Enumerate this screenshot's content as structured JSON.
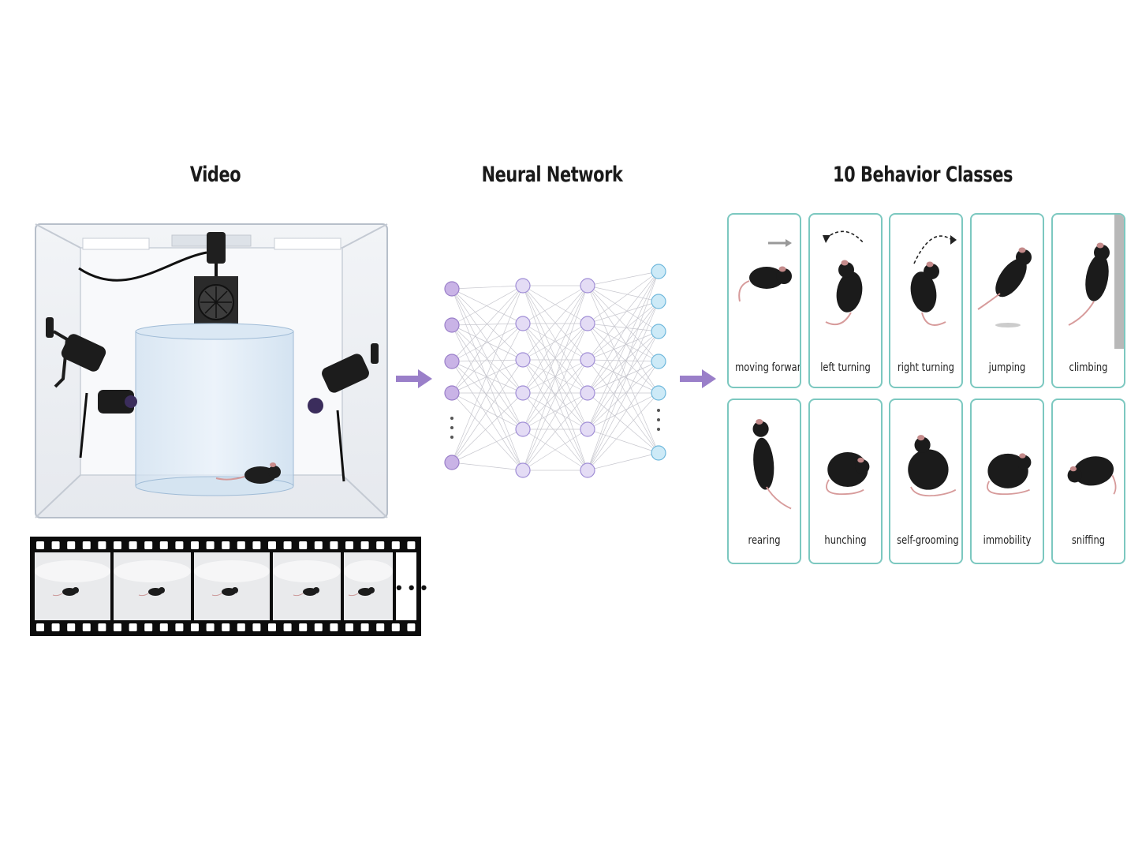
{
  "sections": {
    "video_title": "Video",
    "network_title": "Neural Network",
    "classes_title": "10 Behavior Classes"
  },
  "film_more": "• • •",
  "network": {
    "input_color": "#c9b3e6",
    "hidden_color": "#e4dcf5",
    "output_color": "#cdeaf7",
    "arrow_color": "#9a7fc9"
  },
  "behaviors": [
    {
      "label": "moving forward",
      "icon": "mouse-moving-forward-icon"
    },
    {
      "label": "left turning",
      "icon": "mouse-left-turning-icon"
    },
    {
      "label": "right turning",
      "icon": "mouse-right-turning-icon"
    },
    {
      "label": "jumping",
      "icon": "mouse-jumping-icon"
    },
    {
      "label": "climbing",
      "icon": "mouse-climbing-icon"
    },
    {
      "label": "rearing",
      "icon": "mouse-rearing-icon"
    },
    {
      "label": "hunching",
      "icon": "mouse-hunching-icon"
    },
    {
      "label": "self-grooming",
      "icon": "mouse-self-grooming-icon"
    },
    {
      "label": "immobility",
      "icon": "mouse-immobility-icon"
    },
    {
      "label": "sniffing",
      "icon": "mouse-sniffing-icon"
    }
  ]
}
